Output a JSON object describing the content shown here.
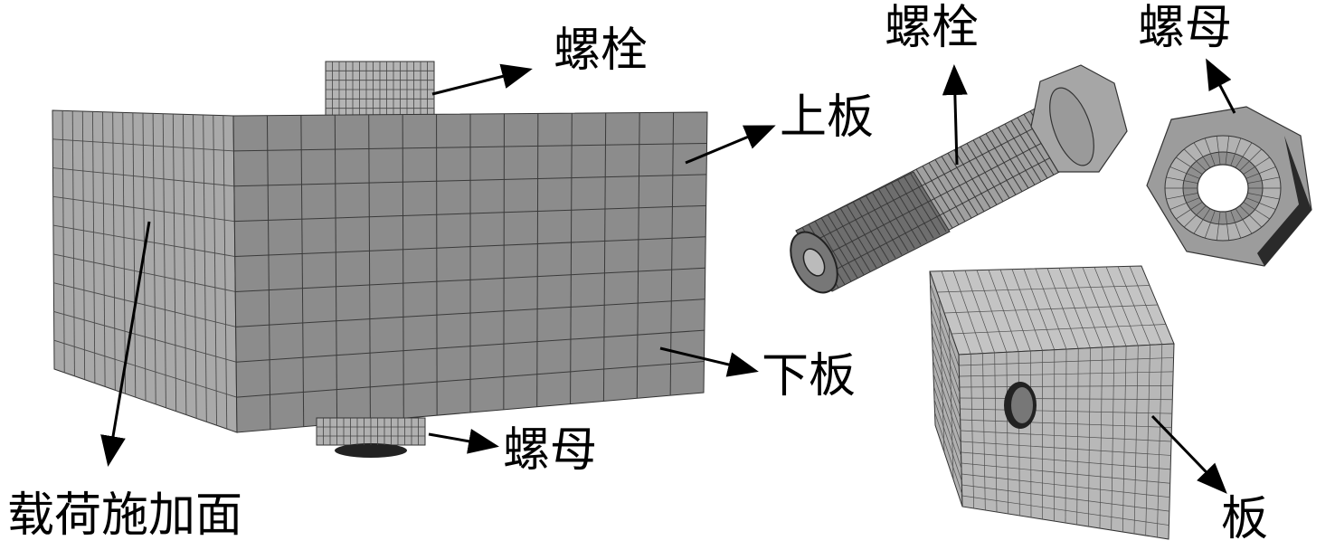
{
  "labels": {
    "bolt_left": "螺栓",
    "upper_plate": "上板",
    "lower_plate": "下板",
    "nut_left": "螺母",
    "load_surface": "载荷施加面",
    "bolt_right": "螺栓",
    "nut_right": "螺母",
    "plate_right": "板"
  },
  "colors": {
    "mesh_face_light": "#a8a8a8",
    "mesh_face_dark": "#8a8a8a",
    "mesh_line": "#3c3c3c",
    "arrow": "#000000"
  }
}
